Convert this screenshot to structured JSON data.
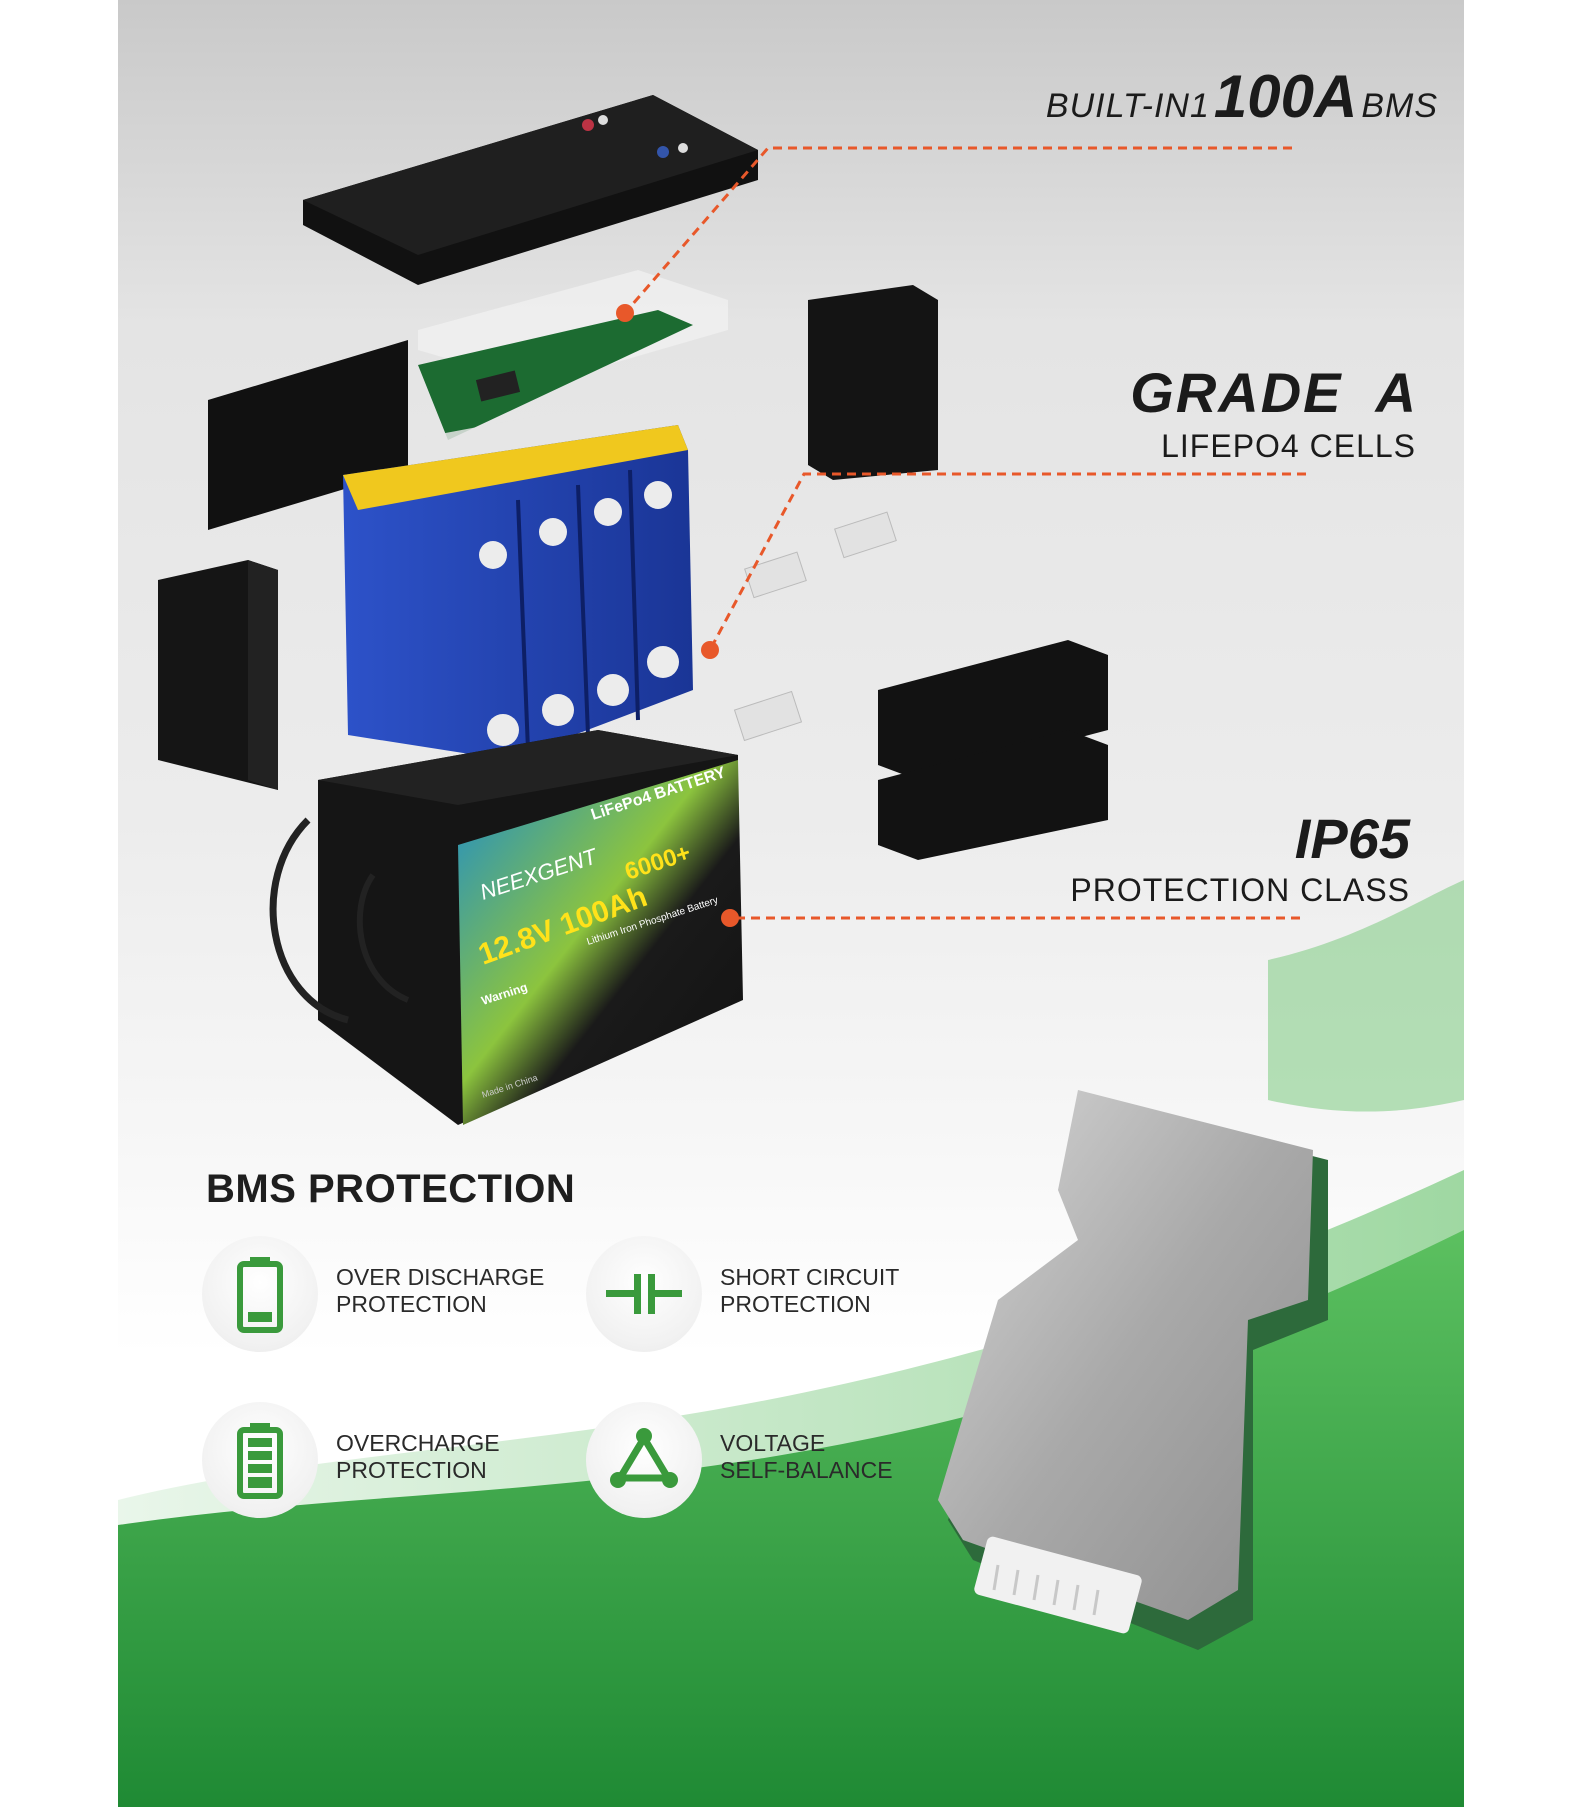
{
  "callouts": {
    "bms": {
      "prefix": "BUILT-IN1",
      "value": "100A",
      "suffix": "BMS"
    },
    "cells": {
      "title": "GRADE  A",
      "subtitle": "LIFEPO4 CELLS"
    },
    "rating": {
      "title": "IP65",
      "subtitle": "PROTECTION CLASS"
    }
  },
  "battery_label": {
    "brand": "NEEXGENT",
    "type": "LiFePo4 BATTERY",
    "spec": "12.8V 100Ah",
    "cycles": "6000+",
    "chemistry": "Lithium Iron Phosphate Battery",
    "warning": "Warning",
    "origin": "Made in China"
  },
  "protection": {
    "title": "BMS PROTECTION",
    "features": [
      {
        "label": "OVER DISCHARGE\nPROTECTION",
        "icon": "battery-low-icon"
      },
      {
        "label": "SHORT CIRCUIT\nPROTECTION",
        "icon": "short-circuit-icon"
      },
      {
        "label": "OVERCHARGE\nPROTECTION",
        "icon": "battery-full-icon"
      },
      {
        "label": "VOLTAGE\nSELF-BALANCE",
        "icon": "balance-triangle-icon"
      }
    ]
  },
  "colors": {
    "accent_green": "#3a9a3c",
    "leader_orange": "#e8582a",
    "cell_blue": "#1f3fae",
    "text_dark": "#1b1b1b"
  }
}
